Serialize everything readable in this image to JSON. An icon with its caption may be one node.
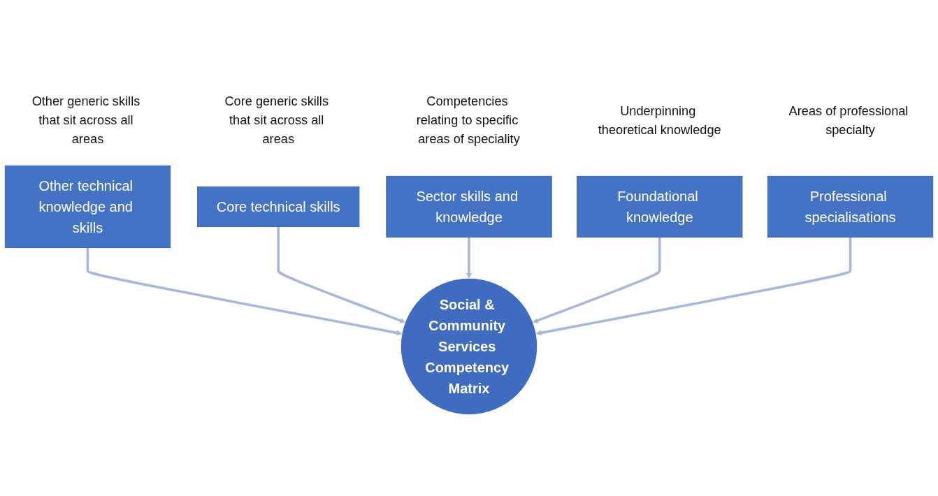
{
  "diagram": {
    "nodes": [
      {
        "text": [
          "Other technical knowledge and skills"
        ],
        "beside": [
          "Other generic skills that sit across all areas"
        ]
      },
      {
        "text": [
          "Core technical skills"
        ],
        "beside": [
          "Core generic skills that sit across all areas"
        ]
      },
      {
        "text": [
          "Sector skills and knowledge"
        ],
        "beside": [
          "Competencies relating to specific areas of speciality"
        ]
      },
      {
        "text": [
          "Foundational knowledge"
        ],
        "beside": [
          "Underpinning theoretical knowledge"
        ]
      },
      {
        "text": [
          "Social & Community Services Competency Matrix"
        ]
      },
      {
        "text": [
          "Professional specialisations"
        ],
        "beside": [
          "Areas of professional specialty"
        ]
      }
    ],
    "edges": [
      {
        "from": 0,
        "to": 4,
        "arrow": "to"
      },
      {
        "from": 1,
        "to": 4,
        "arrow": "to"
      },
      {
        "from": 2,
        "to": 4,
        "arrow": "to"
      },
      {
        "from": 3,
        "to": 4,
        "arrow": "to"
      },
      {
        "from": 5,
        "to": 4,
        "arrow": "to"
      }
    ]
  }
}
